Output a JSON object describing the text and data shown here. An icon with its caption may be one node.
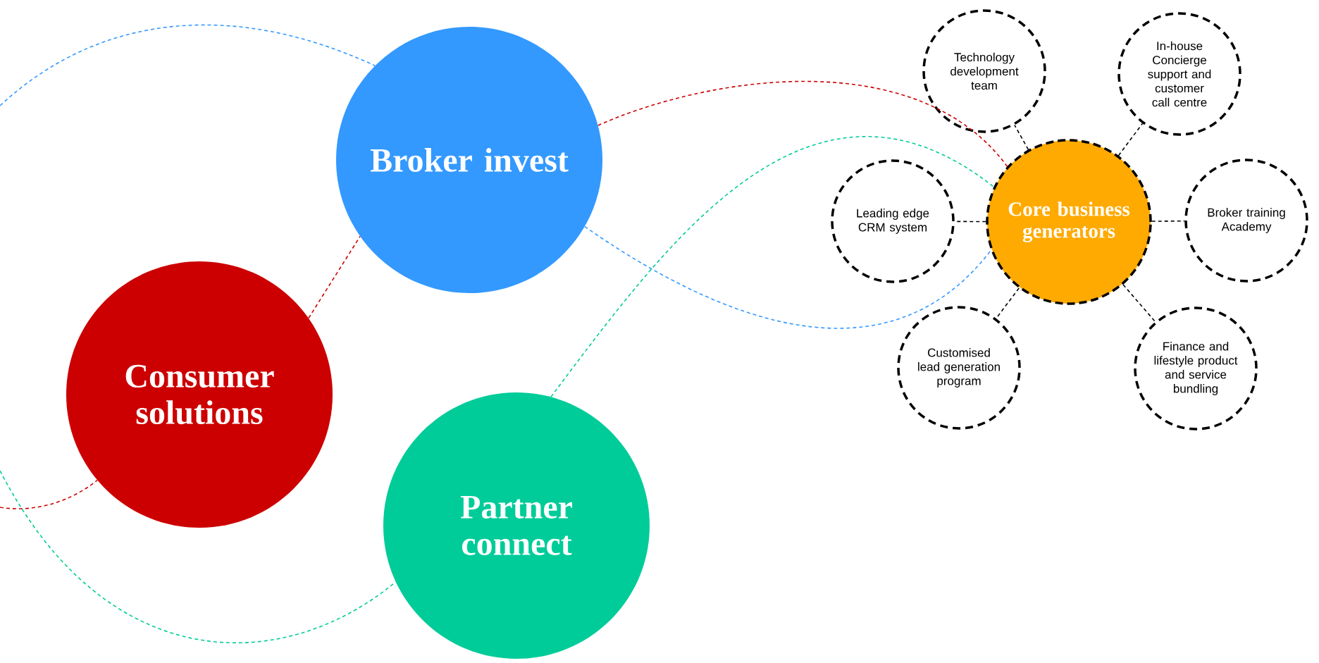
{
  "diagram": {
    "nodes": [
      {
        "text": [
          "Broker invest"
        ]
      },
      {
        "text": [
          "Consumer solutions"
        ]
      },
      {
        "text": [
          "Partner connect"
        ]
      },
      {
        "text": [
          "Core business generators"
        ]
      },
      {
        "text": [
          "Technology development team"
        ]
      },
      {
        "text": [
          "In-house Concierge support and customer call centre"
        ]
      },
      {
        "text": [
          "Leading edge CRM system"
        ]
      },
      {
        "text": [
          "Broker training Academy"
        ]
      },
      {
        "text": [
          "Customised lead generation program"
        ]
      },
      {
        "text": [
          "Finance and lifestyle product and service bundling"
        ]
      }
    ],
    "edges": [
      {
        "from": 1,
        "to": 0,
        "arrow": "none",
        "style": "dashed",
        "color": "#cc0000"
      },
      {
        "from": 0,
        "to": 3,
        "arrow": "none",
        "style": "dashed",
        "color": "#cc0000"
      },
      {
        "from": 0,
        "to": 3,
        "arrow": "none",
        "style": "dashed",
        "color": "#3399ff"
      },
      {
        "from": 2,
        "to": 3,
        "arrow": "none",
        "style": "dashed",
        "color": "#00cc99"
      },
      {
        "from": null,
        "to": 1,
        "arrow": "none",
        "style": "dashed",
        "color": "#cc0000"
      },
      {
        "from": null,
        "to": 0,
        "arrow": "none",
        "style": "dashed",
        "color": "#3399ff"
      },
      {
        "from": null,
        "to": 2,
        "arrow": "none",
        "style": "dashed",
        "color": "#00cc99"
      },
      {
        "from": 3,
        "to": 4,
        "arrow": "none",
        "style": "dashed"
      },
      {
        "from": 3,
        "to": 5,
        "arrow": "none",
        "style": "dashed"
      },
      {
        "from": 3,
        "to": 6,
        "arrow": "none",
        "style": "dashed"
      },
      {
        "from": 3,
        "to": 7,
        "arrow": "none",
        "style": "dashed"
      },
      {
        "from": 3,
        "to": 8,
        "arrow": "none",
        "style": "dashed"
      },
      {
        "from": 3,
        "to": 9,
        "arrow": "none",
        "style": "dashed"
      }
    ]
  }
}
